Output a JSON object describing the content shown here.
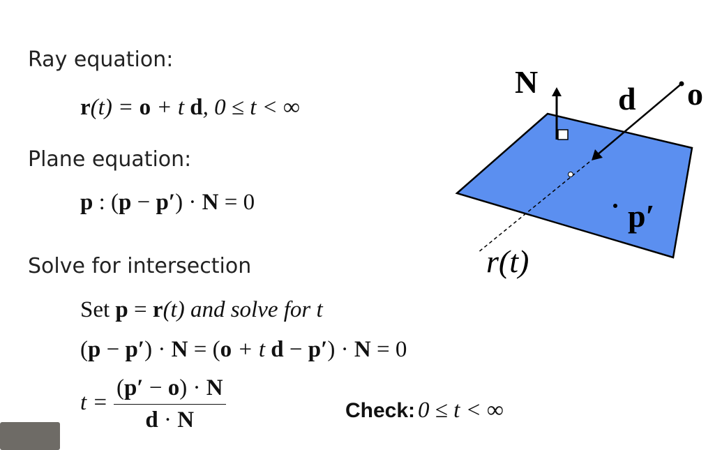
{
  "slide": {
    "ray_label": "Ray equation:",
    "ray_eq": [
      "r",
      "(t) = ",
      "o",
      " + t ",
      "d",
      ",  0 ≤ t < ∞"
    ],
    "plane_label": "Plane equation:",
    "plane_eq": [
      "p",
      " : (",
      "p",
      " − ",
      "p′",
      ") · ",
      "N",
      " = 0"
    ],
    "solve_label": "Solve for intersection",
    "set_line": [
      "Set ",
      "p",
      " = ",
      "r",
      "(t) and solve for t"
    ],
    "expand_eq": [
      "(",
      "p",
      " − ",
      "p′",
      ") · ",
      "N",
      " = (",
      "o",
      " + t ",
      "d",
      " − ",
      "p′",
      ") · ",
      "N",
      " = 0"
    ],
    "t_eq_lhs": "t =",
    "t_num": [
      "(",
      "p′",
      " − ",
      "o",
      ") · ",
      "N"
    ],
    "t_den": [
      "d",
      " · ",
      "N"
    ],
    "check_label": "Check:",
    "check_eq": "0 ≤ t < ∞"
  },
  "diagram": {
    "normal_label": "N",
    "direction_label": "d",
    "origin_label": "o",
    "point_label": "p′",
    "ray_label": "r(t)",
    "plane_color": "#5b8ff0"
  }
}
